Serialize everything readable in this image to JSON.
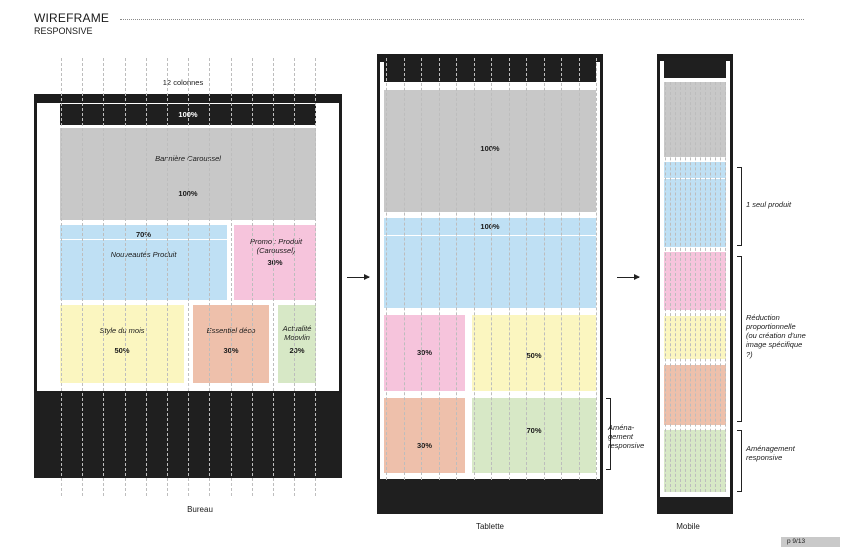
{
  "header": {
    "title": "WIREFRAME",
    "subtitle": "RESPONSIVE"
  },
  "desktop": {
    "columns_label": "12 colonnes",
    "top_bar_value": "100%",
    "carousel": {
      "name": "Bannière Caroussel",
      "value": "100%"
    },
    "new_products": {
      "name": "Nouveautés Produit",
      "value": "70%"
    },
    "promo": {
      "name": "Promo : Produit (Caroussel)",
      "value": "30%"
    },
    "style_month": {
      "name": "Style du mois",
      "value": "50%"
    },
    "essential_deco": {
      "name": "Essentiel déco",
      "value": "30%"
    },
    "news": {
      "name": "Actualité Moovlin",
      "value": "20%"
    },
    "caption": "Bureau"
  },
  "tablet": {
    "banner_value": "100%",
    "blue_value": "100%",
    "pink_value": "30%",
    "yellow_value": "50%",
    "salmon_value": "30%",
    "green_value": "70%",
    "note": "Aména-\ngement\nresponsive",
    "caption": "Tablette"
  },
  "mobile": {
    "note_single": "1 seul produit",
    "note_reduction": "Réduction proportionnelle (ou création d'une image spécifique ?)",
    "note_layout": "Aménagement responsive",
    "caption": "Mobile"
  },
  "page_number": "p 9/13",
  "colors": {
    "gray": "#c8c8c8",
    "blue": "#bfe0f4",
    "pink": "#f6c4dc",
    "yellow": "#fbf6c0",
    "salmon": "#eec0ab",
    "green": "#d7e8c6",
    "frame": "#1d1d1d"
  }
}
